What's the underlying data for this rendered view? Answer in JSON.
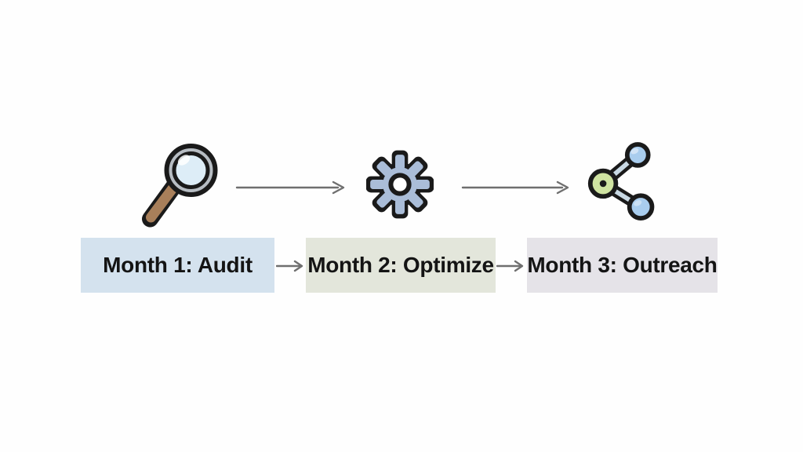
{
  "page": {
    "background": "#fefefe"
  },
  "stages": [
    {
      "id": "audit",
      "icon": "magnifier-icon",
      "label": "Month 1: Audit",
      "box_bg": "#d4e2ee"
    },
    {
      "id": "optimize",
      "icon": "gear-icon",
      "label": "Month 2: Optimize",
      "box_bg": "#e3e6db"
    },
    {
      "id": "outreach",
      "icon": "share-icon",
      "label": "Month 3: Outreach",
      "box_bg": "#e5e3e8"
    }
  ],
  "colors": {
    "page_bg": "#fefefe",
    "text": "#141414",
    "arrow": "#6f6f6f",
    "outline": "#1a1a1a",
    "magnifier_rim": "#b7bdc3",
    "magnifier_lens": "#ddedf7",
    "magnifier_handle": "#a87f5a",
    "gear_body": "#aabdd8",
    "gear_hole": "#ffffff",
    "share_green": "#cfe3a1",
    "share_blue": "#a9cdee",
    "share_link": "#c9d9e4"
  }
}
